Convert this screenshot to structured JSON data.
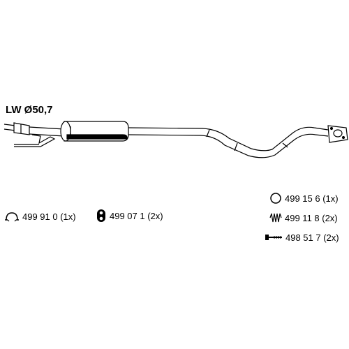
{
  "diagram": {
    "title": "LW Ø50,7",
    "parts": [
      {
        "icon": "clamp-icon",
        "label": "499 91 0 (1x)"
      },
      {
        "icon": "rubber-mount-icon",
        "label": "499 07 1 (2x)"
      },
      {
        "icon": "gasket-ring-icon",
        "label": "499 15 6 (1x)"
      },
      {
        "icon": "spring-icon",
        "label": "499 11 8 (2x)"
      },
      {
        "icon": "bolt-icon",
        "label": "498 51 7 (2x)"
      }
    ]
  }
}
